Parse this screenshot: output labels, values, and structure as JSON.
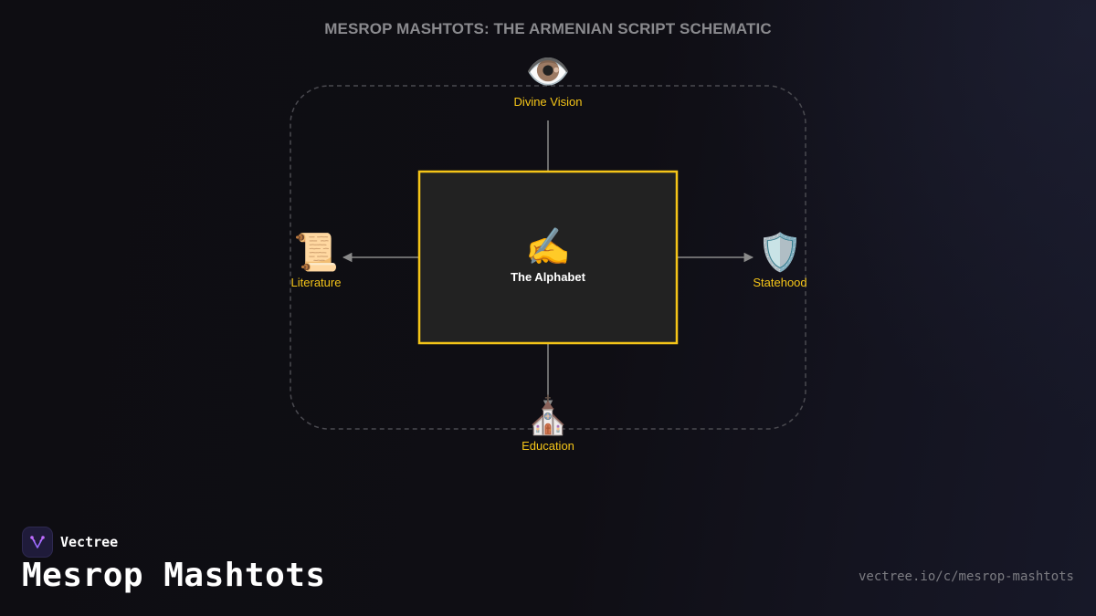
{
  "diagram": {
    "title": "MESROP MASHTOTS: THE ARMENIAN SCRIPT SCHEMATIC",
    "center": {
      "label": "The Alphabet",
      "icon": "✍️",
      "icon_name": "writing-hand-icon"
    },
    "nodes": {
      "top": {
        "label": "Divine Vision",
        "icon": "👁️",
        "icon_name": "eye-icon"
      },
      "left": {
        "label": "Literature",
        "icon": "📜",
        "icon_name": "scroll-icon"
      },
      "right": {
        "label": "Statehood",
        "icon": "🛡️",
        "icon_name": "shield-icon"
      },
      "bottom": {
        "label": "Education",
        "icon": "⛪",
        "icon_name": "church-icon"
      }
    },
    "edges": [
      {
        "from": "Divine Vision",
        "to": "The Alphabet"
      },
      {
        "from": "The Alphabet",
        "to": "Literature"
      },
      {
        "from": "The Alphabet",
        "to": "Statehood"
      },
      {
        "from": "The Alphabet",
        "to": "Education"
      }
    ]
  },
  "colors": {
    "accent": "#f5c518",
    "background": "#0e0d12",
    "center_fill": "#222222",
    "edge": "#8a8a8a"
  },
  "footer": {
    "brand": "Vectree",
    "page_title": "Mesrop Mashtots",
    "url": "vectree.io/c/mesrop-mashtots"
  }
}
